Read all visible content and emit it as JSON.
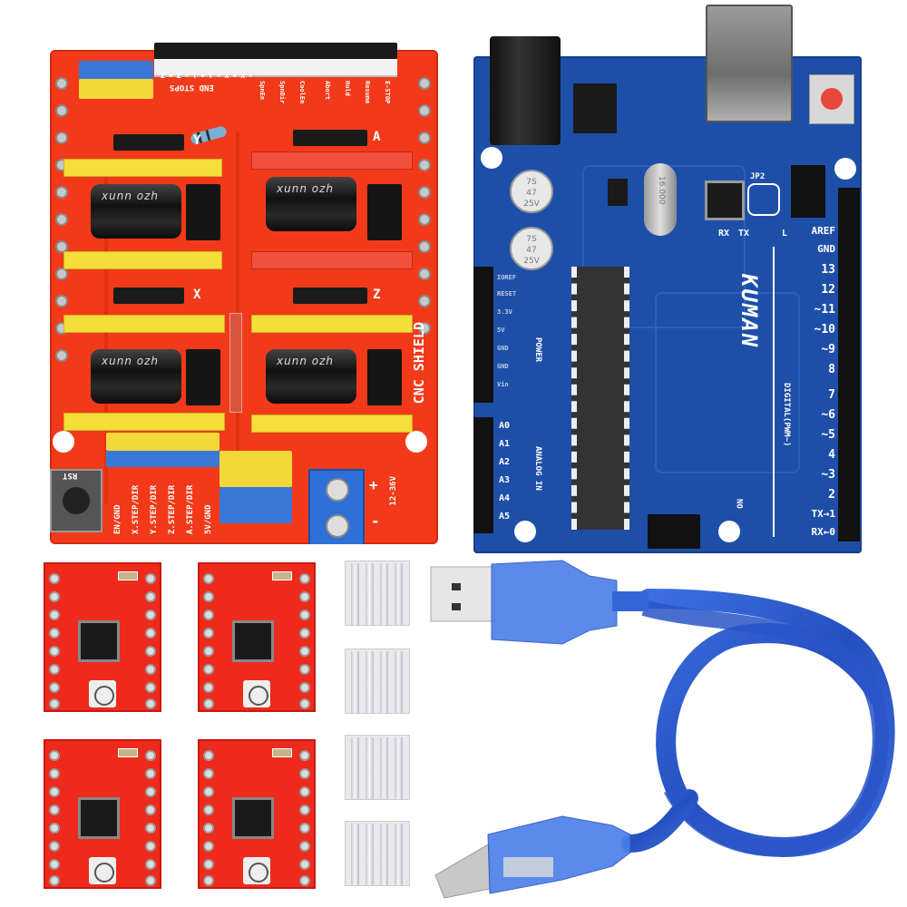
{
  "product": {
    "description": "CNC Shield kit product photo",
    "components": [
      {
        "name": "CNC Shield",
        "color": "#f23a1a"
      },
      {
        "name": "UNO board",
        "brand": "KUMAN",
        "color": "#1e4fa8"
      },
      {
        "name": "Stepper driver module",
        "count": 4,
        "color": "#ee2a1c"
      },
      {
        "name": "Heatsink",
        "count": 4,
        "color": "#e8e8ee"
      },
      {
        "name": "USB A-to-B cable",
        "color": "#2d5fd0"
      }
    ]
  },
  "cnc_shield": {
    "title": "CNC SHIELD",
    "end_stops_label": "END STOPS",
    "end_stop_pins": [
      "Z+",
      "Z-",
      "Y+",
      "Y-",
      "X+",
      "X-"
    ],
    "control_pins": [
      "SpnEn",
      "SpnDir",
      "CoolEn",
      "Abort",
      "Hold",
      "Resume",
      "E-STOP"
    ],
    "axis_labels": [
      "Y",
      "A",
      "X",
      "Z"
    ],
    "bottom_pins": [
      "EN/GND",
      "X.STEP/DIR",
      "Y.STEP/DIR",
      "Z.STEP/DIR",
      "A.STEP/DIR",
      "5V/GND"
    ],
    "rst_label": "RST",
    "power_label": "12-36V",
    "plus": "+",
    "minus": "-",
    "cap_text": "xunn ozh"
  },
  "uno": {
    "brand": "KUMAN",
    "digital_label": "DIGITAL(PWM~)",
    "digital_pins": [
      "AREF",
      "GND",
      "13",
      "12",
      "~11",
      "~10",
      "~9",
      "8",
      "7",
      "~6",
      "~5",
      "4",
      "~3",
      "2",
      "TX→1",
      "RX←0"
    ],
    "analog_label": "ANALOG IN",
    "analog_pins": [
      "A0",
      "A1",
      "A2",
      "A3",
      "A4",
      "A5"
    ],
    "power_label": "POWER",
    "power_pins": [
      "IOREF",
      "RESET",
      "3.3V",
      "5V",
      "GND",
      "GND",
      "Vin"
    ],
    "leds": [
      "RX",
      "TX",
      "L"
    ],
    "on_label": "ON",
    "jp_label": "JP2",
    "cap_text": [
      "7S",
      "47",
      "25V"
    ],
    "crystal_text": "16.000"
  }
}
